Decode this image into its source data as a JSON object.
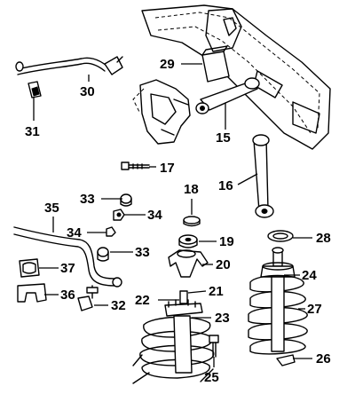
{
  "callouts": {
    "c15": "15",
    "c16": "16",
    "c17": "17",
    "c18": "18",
    "c19": "19",
    "c20": "20",
    "c21": "21",
    "c22": "22",
    "c23": "23",
    "c24": "24",
    "c25": "25",
    "c26": "26",
    "c27": "27",
    "c28": "28",
    "c29": "29",
    "c30": "30",
    "c31": "31",
    "c32": "32",
    "c33a": "33",
    "c33b": "33",
    "c34a": "34",
    "c34b": "34",
    "c35": "35",
    "c36": "36",
    "c37": "37"
  }
}
